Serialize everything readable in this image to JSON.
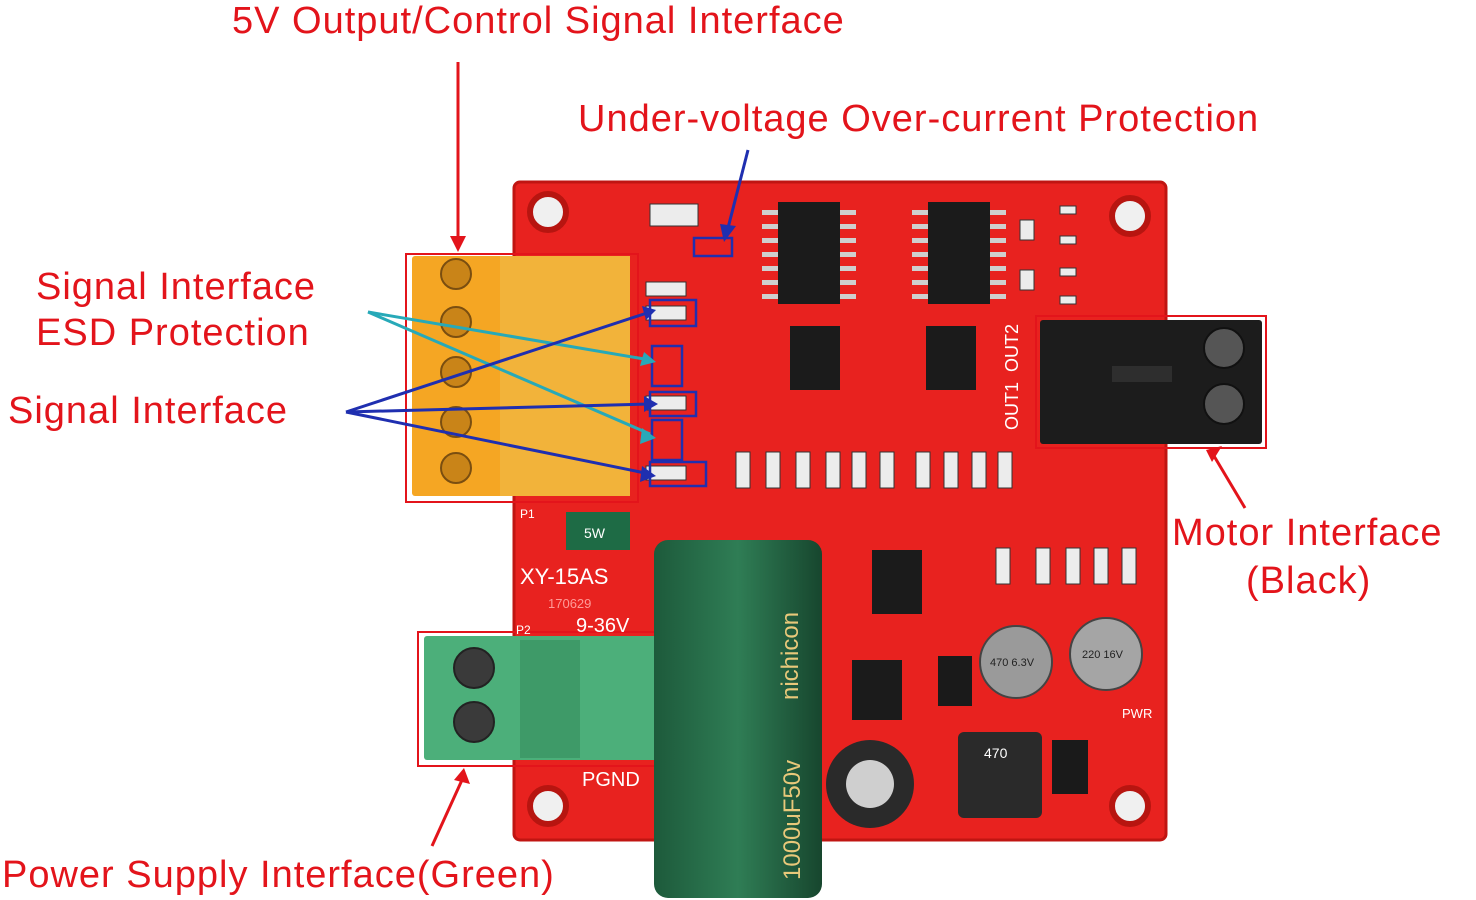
{
  "labels": {
    "output_control": "5V Output/Control Signal Interface",
    "under_voltage": "Under-voltage Over-current Protection",
    "esd_line1": "Signal Interface",
    "esd_line2": "ESD Protection",
    "signal_interface": "Signal Interface",
    "motor_line1": "Motor Interface",
    "motor_line2": "(Black)",
    "power_supply": "Power Supply Interface(Green)"
  },
  "board": {
    "model": "XY-15AS",
    "date_code": "170629",
    "voltage": "9-36V",
    "pgnd": "PGND",
    "pwr": "PWR",
    "out1": "OUT1",
    "out2": "OUT2",
    "p1": "P1",
    "p2": "P2",
    "cap_brand": "nichicon",
    "cap_value": "1000uF50v",
    "inductor": "470",
    "fuse": "5W",
    "cap_c4": "470 6.3V",
    "cap_c26": "220 16V"
  },
  "colors": {
    "label": "#e3141b",
    "board": "#e8221f",
    "terminal_yellow": "#f5a623",
    "terminal_green": "#4caf7a",
    "terminal_black": "#1c1c1c",
    "arrow_blue": "#1f2fb0",
    "arrow_teal": "#27a9b8"
  }
}
